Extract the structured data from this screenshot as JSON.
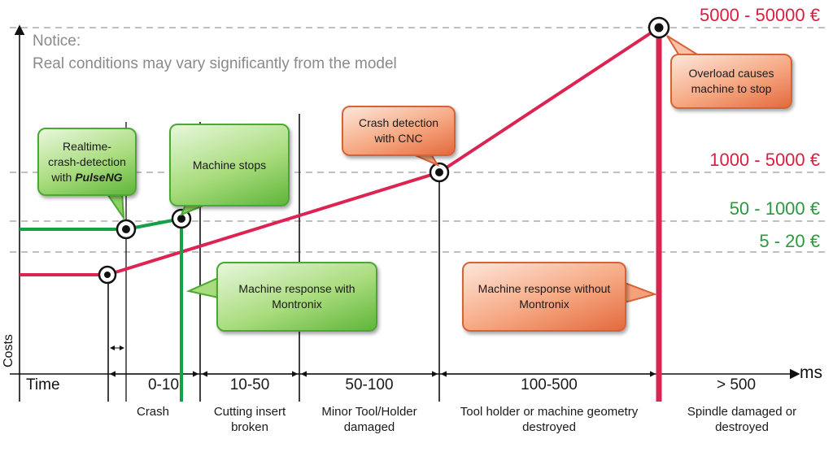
{
  "notice": {
    "title": "Notice:",
    "text": "Real conditions may vary significantly from the model"
  },
  "axes": {
    "y_label": "Costs",
    "x_unit": "ms",
    "time_label": "Time"
  },
  "cost_levels": [
    {
      "label": "5000 - 50000 €",
      "color": "#d6203f"
    },
    {
      "label": "1000 - 5000 €",
      "color": "#d6203f"
    },
    {
      "label": "50 - 1000 €",
      "color": "#2a9a3c"
    },
    {
      "label": "5 - 20 €",
      "color": "#2a9a3c"
    }
  ],
  "phases": [
    {
      "range": "0-10",
      "caption": "Crash"
    },
    {
      "range": "10-50",
      "caption": "Cutting insert broken"
    },
    {
      "range": "50-100",
      "caption": "Minor Tool/Holder damaged"
    },
    {
      "range": "100-500",
      "caption": "Tool holder or machine geometry destroyed"
    },
    {
      "range": "> 500",
      "caption": "Spindle damaged or destroyed"
    }
  ],
  "callouts": {
    "realtime": {
      "line1": "Realtime-",
      "line2": "crash-detection",
      "line3_prefix": "with ",
      "line3_brand": "PulseNG"
    },
    "machine_stops": "Machine stops",
    "crash_cnc": "Crash detection with CNC",
    "overload": "Overload causes machine to stop",
    "with_montronix": "Machine response with Montronix",
    "without_montronix": "Machine response without Montronix"
  },
  "colors": {
    "with_montronix": "#17a04a",
    "without_montronix": "#dc2452",
    "axis": "#111111",
    "guide": "#9a9a9a"
  }
}
